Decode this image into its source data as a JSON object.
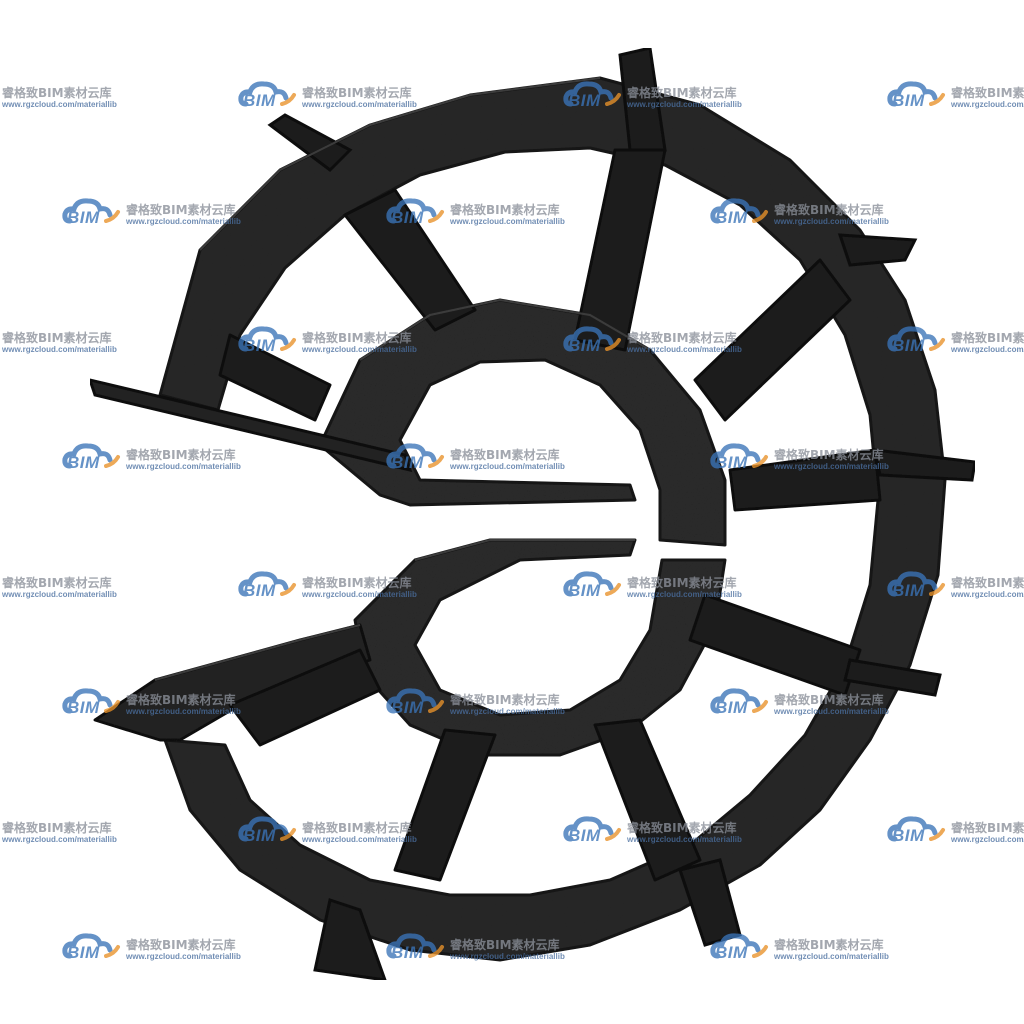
{
  "scene": {
    "subject_icon": "concrete-ring-spacer-icon",
    "material_color": "#262626",
    "edge_color": "#151515",
    "highlight_color": "#3a3a3a",
    "background_color": "#ffffff"
  },
  "watermark": {
    "logo_text": "BIM",
    "brand_name": "睿格致BIM素材云库",
    "url": "www.rgzcloud.com/materiallib",
    "logo_blue": "#3a74b8",
    "logo_orange": "#e8922a",
    "text_gray": "#8a8f99"
  }
}
